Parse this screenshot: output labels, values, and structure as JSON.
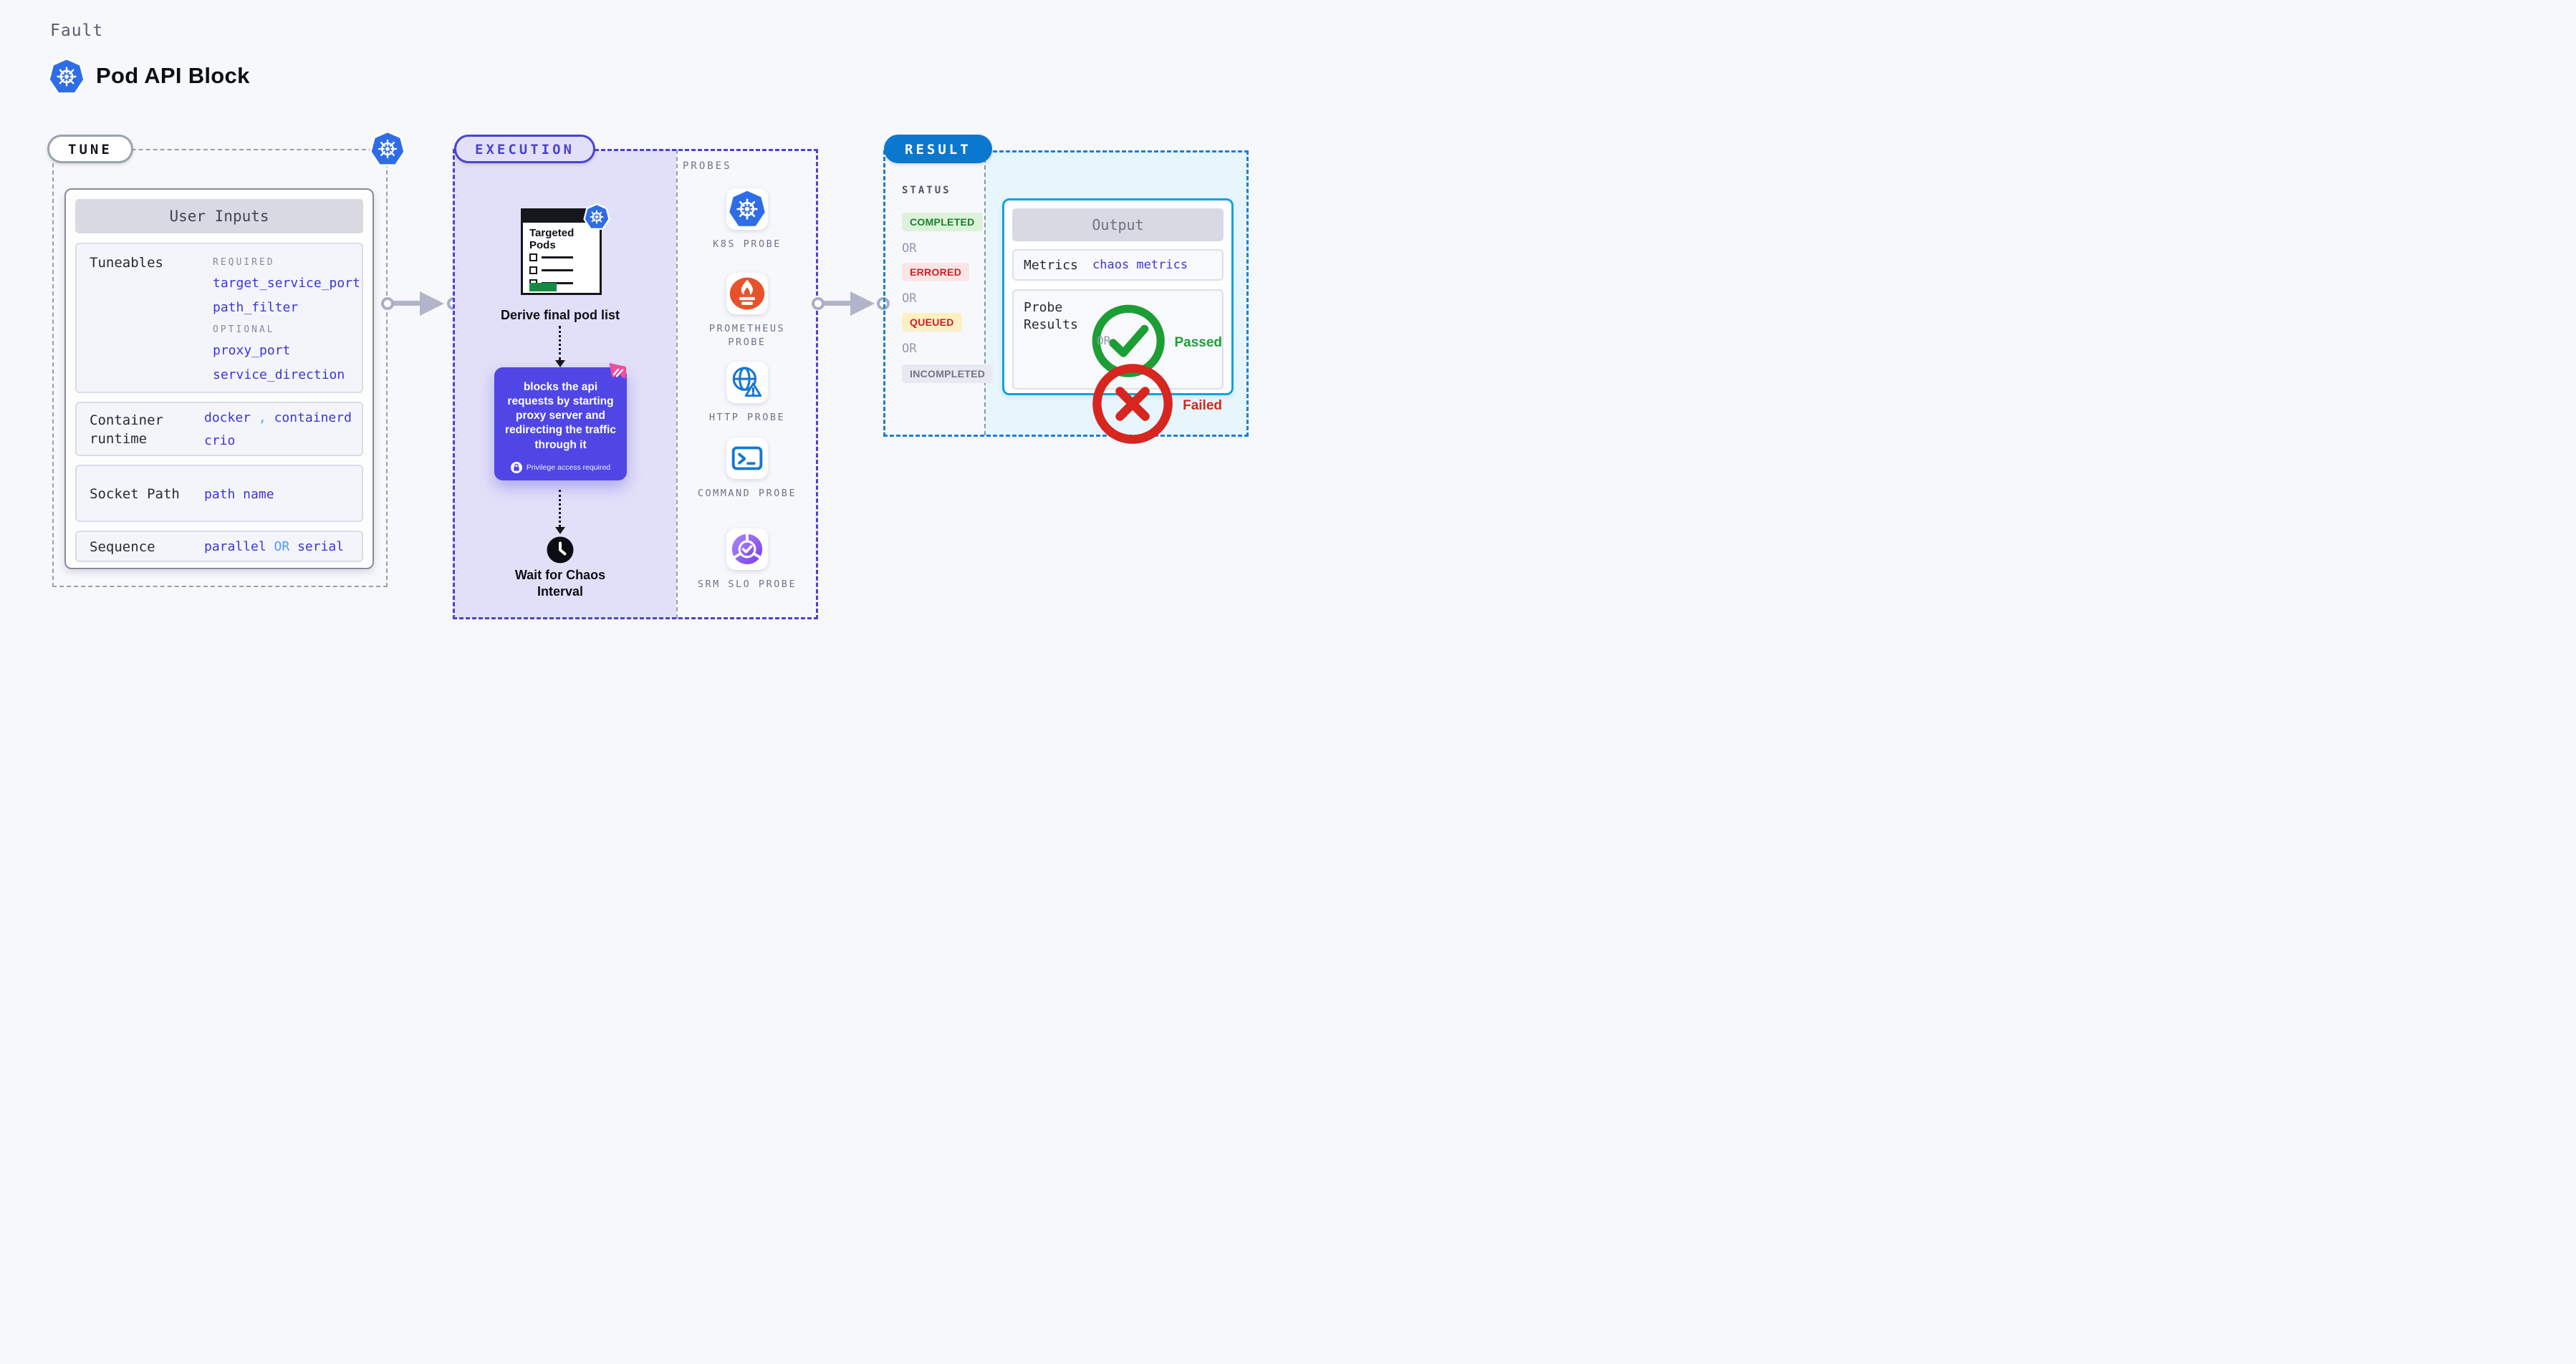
{
  "header": {
    "kicker": "Fault",
    "title": "Pod API Block"
  },
  "tune": {
    "label": "TUNE",
    "panel_title": "User Inputs",
    "rows": {
      "tuneables": {
        "label": "Tuneables",
        "required_label": "REQUIRED",
        "required": [
          "target_service_port",
          "path_filter"
        ],
        "optional_label": "OPTIONAL",
        "optional": [
          "proxy_port",
          "service_direction"
        ]
      },
      "container_runtime": {
        "label": "Container runtime",
        "value_a": "docker",
        "separator": ",",
        "value_b": "containerd",
        "value_c": "crio"
      },
      "socket_path": {
        "label": "Socket Path",
        "value": "path name"
      },
      "sequence": {
        "label": "Sequence",
        "value_a": "parallel",
        "or": "OR",
        "value_b": "serial"
      }
    }
  },
  "execution": {
    "label": "EXECUTION",
    "pods_card_title": "Targeted Pods",
    "derive_label": "Derive final pod list",
    "action_text": "blocks the api requests by starting proxy server and redirecting the traffic through it",
    "privilege_label": "Privilege access required",
    "wait_label": "Wait for Chaos Interval",
    "probes_label": "PROBES",
    "probes": [
      {
        "label": "K8S PROBE",
        "icon": "k8s-probe-icon"
      },
      {
        "label": "PROMETHEUS PROBE",
        "icon": "prometheus-probe-icon"
      },
      {
        "label": "HTTP PROBE",
        "icon": "http-probe-icon"
      },
      {
        "label": "COMMAND PROBE",
        "icon": "command-probe-icon"
      },
      {
        "label": "SRM SLO PROBE",
        "icon": "srm-slo-probe-icon"
      }
    ]
  },
  "result": {
    "label": "RESULT",
    "status_label": "STATUS",
    "or_label": "OR",
    "statuses": [
      "COMPLETED",
      "ERRORED",
      "QUEUED",
      "INCOMPLETED"
    ],
    "output": {
      "title": "Output",
      "metrics_label": "Metrics",
      "metrics_value": "chaos metrics",
      "probe_results_label": "Probe Results",
      "passed_label": "Passed",
      "or_label": "OR",
      "failed_label": "Failed"
    }
  },
  "colors": {
    "background": "#f7f8fc",
    "tune_dash": "#98a0ac",
    "execution_accent": "#4b43d0",
    "execution_fill": "#e2e0f8",
    "action_box": "#4f46e5",
    "value_blue": "#3b35d8",
    "value_light_blue": "#4f9df1",
    "result_pill": "#0b78cf",
    "result_dash": "#1b7fd2",
    "output_border": "#14a2da",
    "result_fill": "#e7f6fc",
    "completed_fg": "#1d7d2c",
    "completed_bg": "#dcf2da",
    "errored_fg": "#cc2026",
    "errored_bg": "#fbe5e5",
    "queued_fg": "#cc2026",
    "queued_bg": "#fdf0c3",
    "incompleted_fg": "#6f7489",
    "incompleted_bg": "#e9eaf1",
    "passed_green": "#1d9e35",
    "failed_red": "#d6261f",
    "kubernetes_blue": "#2e6de6",
    "prometheus_orange": "#e6522c",
    "pods_green": "#168a43",
    "chaos_pink": "#ee4f9b"
  }
}
